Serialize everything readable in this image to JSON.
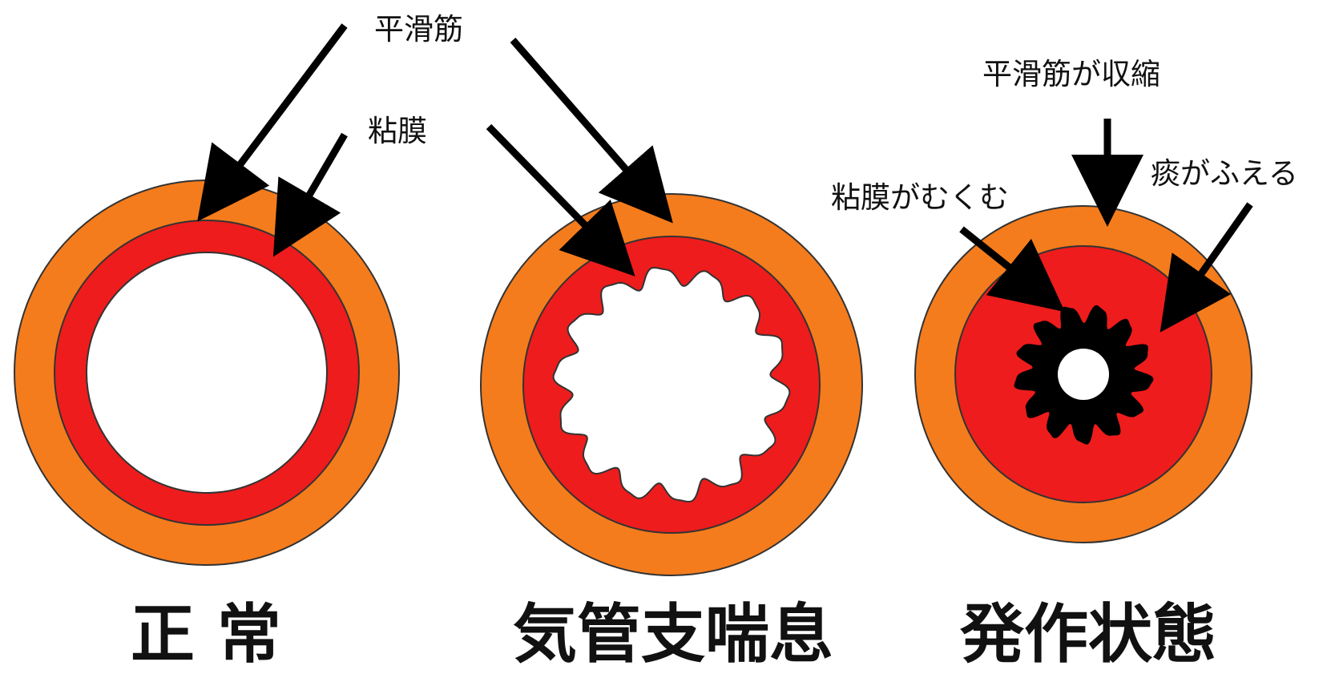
{
  "colors": {
    "smooth_muscle": "#f57c1c",
    "mucosa": "#ee1c1c",
    "sputum": "#000000",
    "lumen": "#ffffff",
    "arrow": "#000000"
  },
  "labels": {
    "smooth_muscle": "平滑筋",
    "mucosa": "粘膜",
    "smooth_muscle_contracts": "平滑筋が収縮",
    "mucosa_swells": "粘膜がむくむ",
    "sputum_increases": "痰がふえる"
  },
  "titles": {
    "normal": "正 常",
    "asthma": "気管支喘息",
    "attack": "発作状態"
  }
}
